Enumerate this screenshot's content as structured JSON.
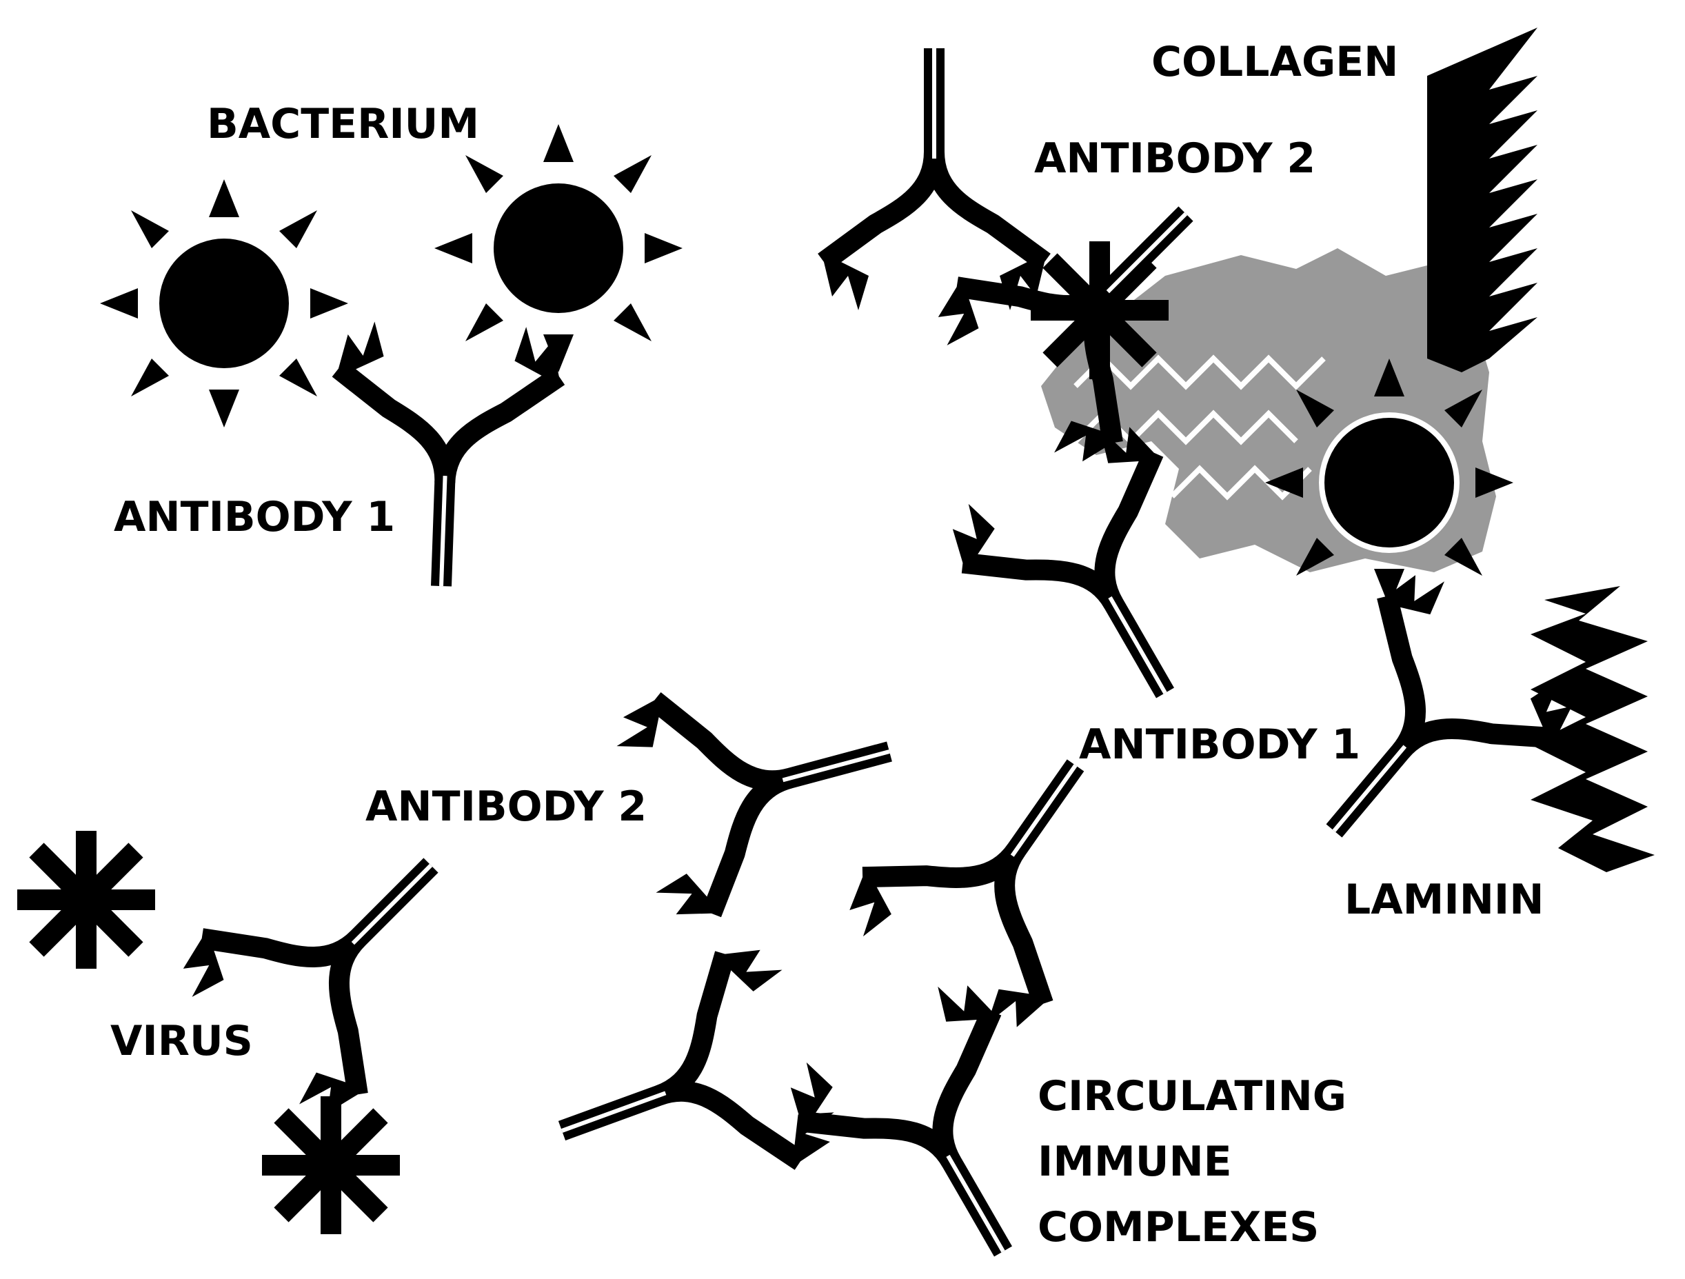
{
  "labels": {
    "bacterium": "BACTERIUM",
    "antibody_1_top": "ANTIBODY 1",
    "collagen": "COLLAGEN",
    "antibody_2_top": "ANTIBODY 2",
    "antibody_1_mid": "ANTIBODY 1",
    "antibody_2_bottom": "ANTIBODY 2",
    "virus": "VIRUS",
    "laminin": "LAMININ",
    "complexes_line1": "CIRCULATING",
    "complexes_line2": "IMMUNE",
    "complexes_line3": "COMPLEXES"
  },
  "colors": {
    "ink": "#000000",
    "tissue": "#999999",
    "background": "#ffffff"
  },
  "icons": {
    "bacterium": "spiked-sun-circle",
    "virus": "asterisk-star",
    "antibody": "y-shaped-double-line",
    "collagen": "zigzag-column",
    "laminin": "zigzag-column"
  }
}
